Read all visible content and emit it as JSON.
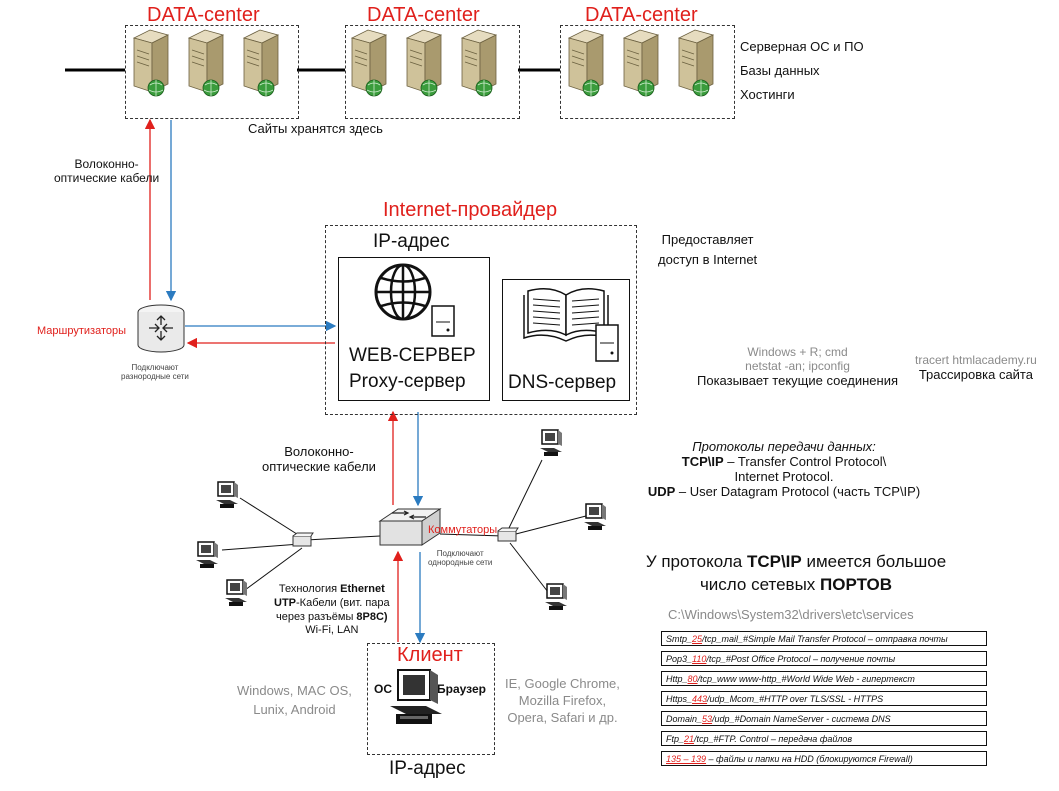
{
  "datacenters": [
    {
      "title": "DATA-center"
    },
    {
      "title": "DATA-center"
    },
    {
      "title": "DATA-center"
    }
  ],
  "dc_notes": [
    "Серверная ОС и ПО",
    "Базы данных",
    "Хостинги"
  ],
  "sites_note": "Сайты хранятся здесь",
  "fiber_top": [
    "Волоконно-",
    "оптические кабели"
  ],
  "router": {
    "label": "Маршрутизаторы",
    "sub": [
      "Подключают",
      "разнородные сети"
    ]
  },
  "provider": {
    "title": "Internet-провайдер",
    "ip": "IP-адрес",
    "web": [
      "WEB-СЕРВЕР",
      "Proxy-сервер"
    ],
    "dns": "DNS-сервер"
  },
  "provides": [
    "Предоставляет",
    "доступ в Internet"
  ],
  "cmd": {
    "l1": "Windows + R; cmd",
    "l2": "netstat -an; ipconfig",
    "l3": "Показывает текущие соединения"
  },
  "tracert": {
    "l1": "tracert htmlacademy.ru",
    "l2": "Трассировка сайта"
  },
  "protocols": {
    "heading": "Протоколы передачи данных:",
    "tcp_b": "TCP\\IP",
    "tcp_r": " – Transfer Control Protocol\\",
    "tcp_2": "Internet Protocol.",
    "udp_b": "UDP",
    "udp_r": " – User Datagram Protocol (часть TCP\\IP)"
  },
  "fiber_mid": [
    "Волоконно-",
    "оптические кабели"
  ],
  "switch": {
    "label": "Коммутаторы",
    "sub": [
      "Подключают",
      "однородные сети"
    ]
  },
  "ethernet": {
    "a": "Технология ",
    "b": "Ethernet",
    "c": "UTP",
    "d": "-Кабели (вит. пара",
    "e": "через разъёмы ",
    "f": "8P8C)",
    "g": "Wi-Fi, LAN"
  },
  "ports_heading": {
    "a": "У протокола ",
    "b": "TCP\\IP",
    "c": " имеется большое",
    "d": "число сетевых ",
    "e": "ПОРТОВ"
  },
  "services_path": "C:\\Windows\\System32\\drivers\\etc\\services",
  "ports": [
    {
      "a": "Smtp_",
      "n": "25",
      "b": "/tcp_mail_#Simple Mail Transfer Protocol  – отправка почты"
    },
    {
      "a": "Pop3_",
      "n": "110",
      "b": "/tcp_#Post Office Protocol – получение почты"
    },
    {
      "a": "Http_",
      "n": "80",
      "b": "/tcp_www www-http_#World Wide Web - гипертекст"
    },
    {
      "a": "Https_",
      "n": "443",
      "b": "/udp_Mcom_#HTTP over TLS/SSL - HTTPS"
    },
    {
      "a": "Domain_",
      "n": "53",
      "b": "/udp_#Domain NameServer - система DNS"
    },
    {
      "a": "Ftp_",
      "n": "21",
      "b": "/tcp_#FTP. Control – передача файлов"
    },
    {
      "a": "",
      "n": "135 – 139",
      "b": "  – файлы и папки на HDD (блокируются Firewall)"
    }
  ],
  "client": {
    "title": "Клиент",
    "os": "ОС",
    "browser": "Браузер",
    "ip": "IP-адрес"
  },
  "os_list": [
    "Windows, MAC OS,",
    "Lunix, Android"
  ],
  "browsers": [
    "IE, Google Chrome,",
    "Mozilla Firefox,",
    "Opera, Safari и др."
  ]
}
